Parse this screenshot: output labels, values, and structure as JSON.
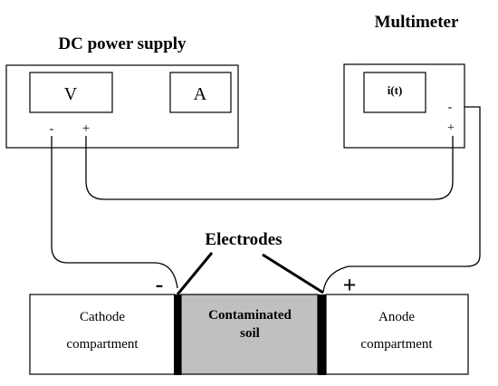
{
  "power_supply": {
    "title": "DC power supply",
    "voltmeter": "V",
    "ammeter": "A",
    "negative_terminal": "-",
    "positive_terminal": "+"
  },
  "multimeter": {
    "title": "Multimeter",
    "display": "i(t)",
    "negative_terminal": "-",
    "positive_terminal": "+"
  },
  "electrodes_label": "Electrodes",
  "cell": {
    "cathode_sign": "-",
    "anode_sign": "+",
    "cathode_line1": "Cathode",
    "cathode_line2": "compartment",
    "soil_line1": "Contaminated",
    "soil_line2": "soil",
    "anode_line1": "Anode",
    "anode_line2": "compartment"
  },
  "colors": {
    "line": "#000000",
    "soil_fill": "#c0c0c0",
    "background": "#ffffff"
  }
}
